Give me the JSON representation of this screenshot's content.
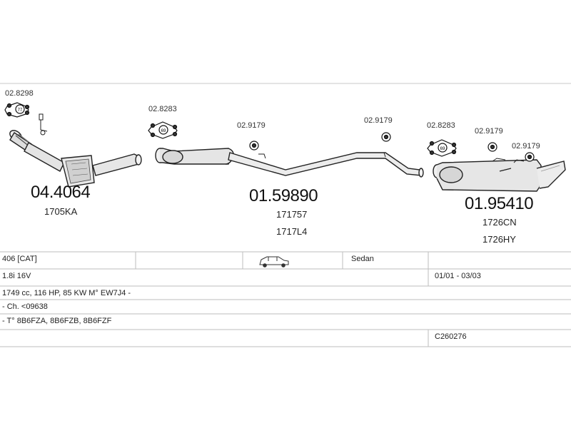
{
  "parts": {
    "left_clamp_code": "02.8298",
    "left_clamp_badge": "77",
    "front_part_number": "04.4064",
    "front_ref": "1705KA",
    "mid_clamp_code": "02.8283",
    "mid_clamp_badge": "69",
    "mid_hanger_code": "02.9179",
    "mid_part_number": "01.59890",
    "mid_ref_1": "171757",
    "mid_ref_2": "1717L4",
    "mid_hanger2_code": "02.9179",
    "rear_clamp_code": "02.8283",
    "rear_clamp_badge": "69",
    "rear_hanger_code": "02.9179",
    "rear_hanger2_code": "02.9179",
    "rear_part_number": "01.95410",
    "rear_ref_1": "1726CN",
    "rear_ref_2": "1726HY"
  },
  "table": {
    "model": "406  [CAT]",
    "body": "Sedan",
    "engine": "1.8i 16V",
    "years": "01/01 - 03/03",
    "spec": "1749 cc, 116 HP, 85 KW M° EW7J4 -",
    "chassis": "- Ch. <09638",
    "type": "- T° 8B6FZA, 8B6FZB, 8B6FZF",
    "code": "C260276"
  },
  "icons": {
    "car": "car-icon"
  }
}
